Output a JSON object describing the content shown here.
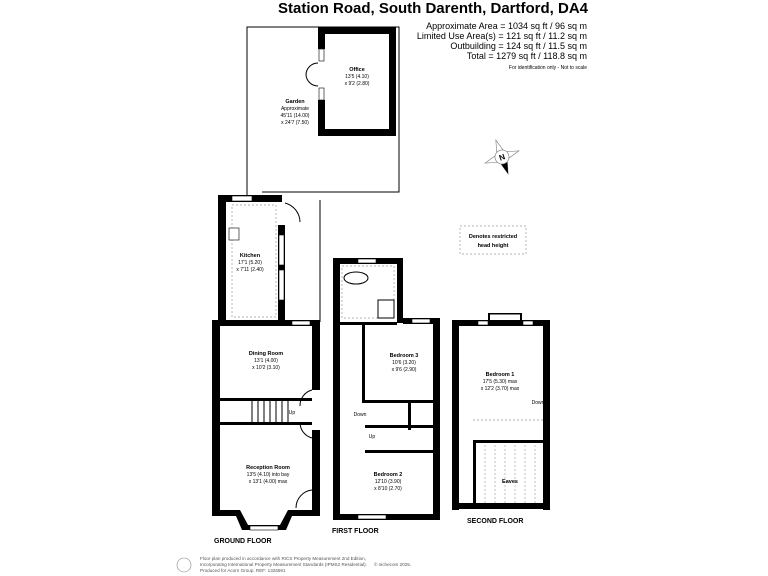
{
  "header": {
    "title": "Station Road, South Darenth, Dartford, DA4",
    "areas": [
      "Approximate Area = 1034 sq ft / 96 sq m",
      "Limited Use Area(s) = 121 sq ft / 11.2 sq m",
      "Outbuilding = 124 sq ft / 11.5 sq m",
      "Total = 1279 sq ft / 118.8 sq m"
    ],
    "disclaimer": "For identification only - Not to scale"
  },
  "compass": {
    "label": "N"
  },
  "legend": {
    "restricted_line1": "Denotes restricted",
    "restricted_line2": "head height"
  },
  "rooms": {
    "office": {
      "name": "Office",
      "dim1": "13'5 (4.10)",
      "dim2": "x 9'2 (2.80)"
    },
    "garden": {
      "name": "Garden",
      "dim0": "Approximate",
      "dim1": "45'11 (14.00)",
      "dim2": "x 24'7 (7.50)"
    },
    "kitchen": {
      "name": "Kitchen",
      "dim1": "17'1 (5.20)",
      "dim2": "x 7'11 (2.40)"
    },
    "dining": {
      "name": "Dining Room",
      "dim1": "13'1 (4.00)",
      "dim2": "x 10'2 (3.10)"
    },
    "reception": {
      "name": "Reception Room",
      "dim1": "13'5 (4.10) into bay",
      "dim2": "x 13'1 (4.00) max"
    },
    "bedroom3": {
      "name": "Bedroom 3",
      "dim1": "10'6 (3.20)",
      "dim2": "x 9'6 (2.90)"
    },
    "bedroom2": {
      "name": "Bedroom 2",
      "dim1": "12'10 (3.90)",
      "dim2": "x 8'10 (2.70)"
    },
    "bedroom1": {
      "name": "Bedroom 1",
      "dim1": "17'5 (5.30) max",
      "dim2": "x 12'2 (3.70) max"
    },
    "eaves": {
      "name": "Eaves"
    }
  },
  "stairs": {
    "ground_up": "Up",
    "first_down": "Down",
    "first_up": "Up",
    "second_down": "Down"
  },
  "floors": {
    "ground": "GROUND FLOOR",
    "first": "FIRST FLOOR",
    "second": "SECOND FLOOR"
  },
  "footer": {
    "line1": "Floor plan produced in accordance with RICS Property Measurement 2nd Edition,",
    "line2": "Incorporating International Property Measurement Standards (IPMS2 Residential).",
    "copyright": "© nichecom 2025.",
    "line3": "Produced for Acorn Group.   REF: 1326591"
  }
}
